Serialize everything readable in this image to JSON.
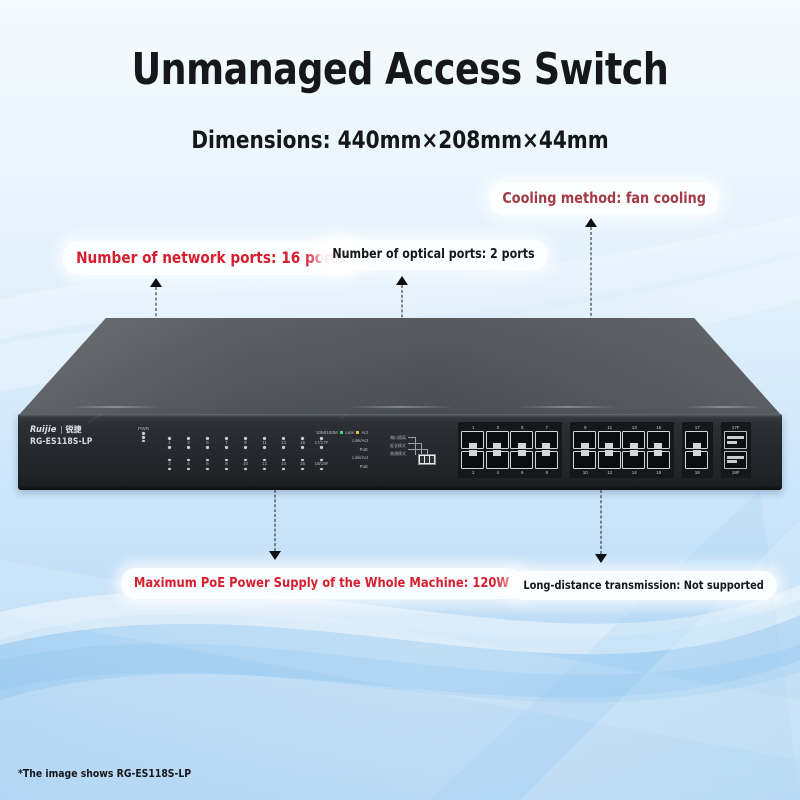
{
  "page": {
    "title": "Unmanaged Access Switch",
    "subtitle": "Dimensions: 440mm×208mm×44mm",
    "footnote": "*The image shows RG-ES118S-LP",
    "background_top_color": "#f4fafe",
    "background_bottom_color": "#a9d1f2"
  },
  "callouts": [
    {
      "id": "network-ports",
      "text": "Number of network ports: 16 ports",
      "color": "#d6202f",
      "arrow": "up"
    },
    {
      "id": "optical-ports",
      "text": "Number of optical ports: 2 ports",
      "color": "#15171a",
      "arrow": "up"
    },
    {
      "id": "cooling-method",
      "text": "Cooling method: fan cooling",
      "color": "#a33a46",
      "arrow": "up"
    },
    {
      "id": "poe-power",
      "text": "Maximum PoE Power Supply of the Whole Machine: 120W",
      "color": "#d6202f",
      "arrow": "down"
    },
    {
      "id": "long-distance",
      "text": "Long-distance transmission: Not supported",
      "color": "#15171a",
      "arrow": "down"
    }
  ],
  "device": {
    "brand": "Ruijie",
    "brand_cn": "锐捷",
    "model": "RG-ES118S-LP",
    "power_led_label": "PWR",
    "legend": {
      "speed": "10M/100M",
      "link": "Link",
      "act": "Act",
      "link_color": "#4ad36a",
      "act_color": "#e8c43c",
      "rows": [
        "Link/Act",
        "PoE",
        "Link/Act",
        "PoE"
      ]
    },
    "led_numbers_top": [
      "1",
      "3",
      "5",
      "7",
      "9",
      "11",
      "13",
      "15"
    ],
    "led_numbers_bottom": [
      "2",
      "4",
      "6",
      "8",
      "10",
      "12",
      "14",
      "16"
    ],
    "led_sfp_top": "17/17F",
    "led_sfp_bottom": "18/18F",
    "dip_labels": [
      "端口隔离",
      "延长模式",
      "普通模式"
    ],
    "port_groups": [
      {
        "top": [
          "1",
          "3",
          "5",
          "7"
        ],
        "bottom": [
          "2",
          "4",
          "6",
          "8"
        ]
      },
      {
        "top": [
          "9",
          "11",
          "13",
          "15"
        ],
        "bottom": [
          "10",
          "12",
          "14",
          "16"
        ]
      },
      {
        "top": [
          "17"
        ],
        "bottom": [
          "18"
        ]
      }
    ],
    "sfp_group": {
      "top": "17F",
      "bottom": "18F"
    }
  }
}
